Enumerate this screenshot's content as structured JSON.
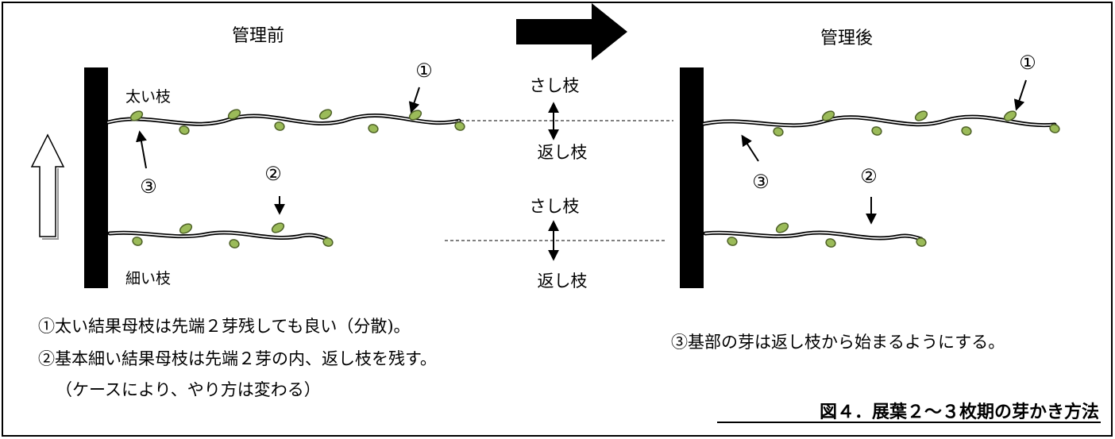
{
  "before": {
    "title": "管理前",
    "thick_branch_label": "太い枝",
    "thin_branch_label": "細い枝",
    "marker1": "①",
    "marker2": "②",
    "marker3": "③"
  },
  "after": {
    "title": "管理後",
    "marker1": "①",
    "marker2": "②",
    "marker3": "③"
  },
  "middle": {
    "upper_sashi": "さし枝",
    "upper_kaeshi": "返し枝",
    "lower_sashi": "さし枝",
    "lower_kaeshi": "返し枝"
  },
  "notes": {
    "line1": "①太い結果母枝は先端２芽残しても良い（分散)。",
    "line2": "②基本細い結果母枝は先端２芽の内、返し枝を残す。",
    "line3": "（ケースにより、やり方は変わる）",
    "line4": "③基部の芽は返し枝から始まるようにする。"
  },
  "figure_caption": "図４．展葉２～３枚期の芽かき方法",
  "colors": {
    "bud_fill": "#9bbb59",
    "bud_stroke": "#4f6228",
    "branch": "#000000"
  }
}
